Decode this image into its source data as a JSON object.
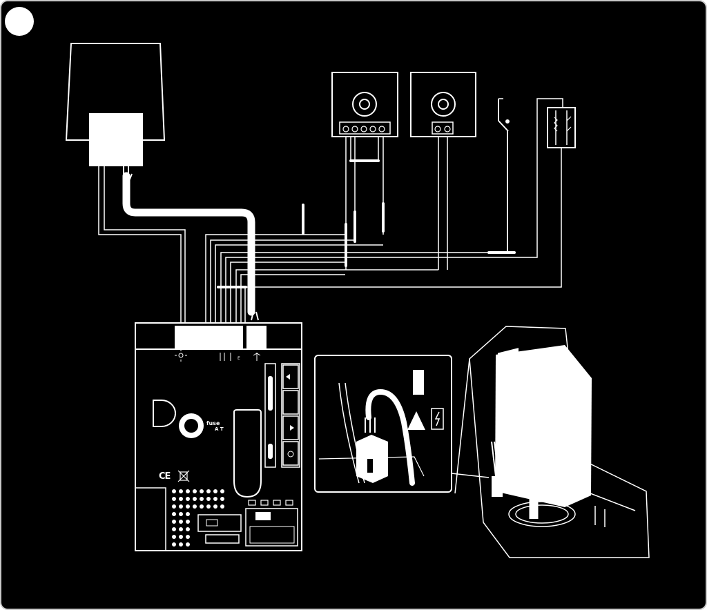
{
  "labels": {
    "fuse": "fuse",
    "fuse_rating": "A T",
    "terminal_e": "E",
    "ce_mark": "CE"
  },
  "colors": {
    "background": "#000000",
    "line": "#ffffff",
    "frame": "#c8c8c8"
  },
  "icons": {
    "step_badge": "white-circle-badge",
    "lamp": "flashing-lamp-icon",
    "photocells": "photocell-icon",
    "key_switch": "key-selector-switch-icon",
    "safety_edge": "safety-edge-icon",
    "warning": "electric-hazard-warning-icon",
    "weee": "crossed-bin-icon"
  }
}
